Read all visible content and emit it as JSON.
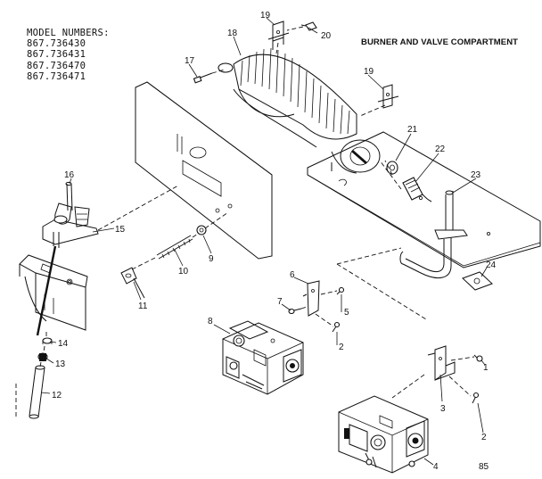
{
  "model_block": {
    "heading": "MODEL NUMBERS:",
    "numbers": [
      "867.736430",
      "867.736431",
      "867.736470",
      "867.736471"
    ]
  },
  "title": "BURNER AND VALVE COMPARTMENT",
  "callouts": {
    "c1": "1",
    "c2a": "2",
    "c2b": "2",
    "c3": "3",
    "c4": "4",
    "c5": "5",
    "c6": "6",
    "c7": "7",
    "c8": "8",
    "c9": "9",
    "c10": "10",
    "c11": "11",
    "c12": "12",
    "c13": "13",
    "c14": "14",
    "c15": "15",
    "c16": "16",
    "c17": "17",
    "c18": "18",
    "c19a": "19",
    "c19b": "19",
    "c20": "20",
    "c21": "21",
    "c22": "22",
    "c23": "23",
    "c24": "24"
  },
  "page_code": "85"
}
